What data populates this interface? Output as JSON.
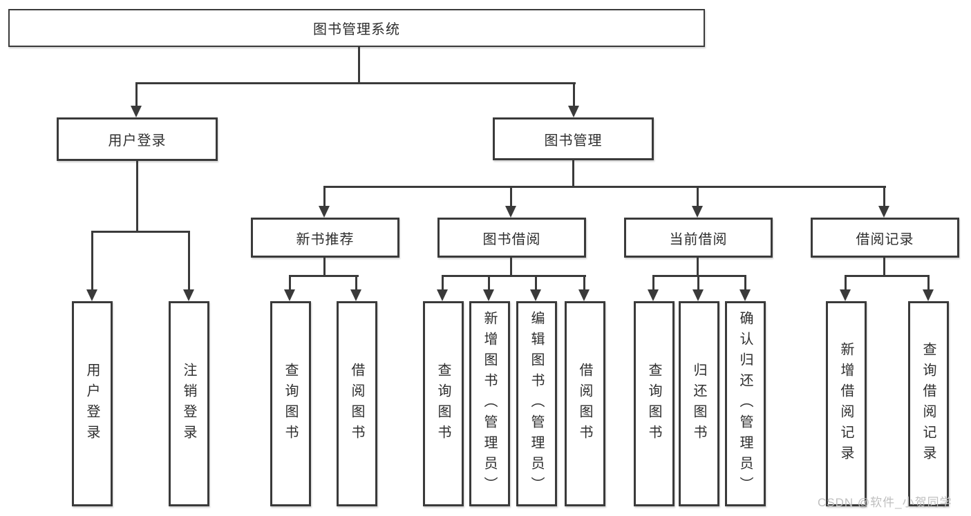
{
  "tree": {
    "root": {
      "label": "图书管理系统",
      "children": [
        {
          "label": "用户登录",
          "children": [
            {
              "label": "用户登录"
            },
            {
              "label": "注销登录"
            }
          ]
        },
        {
          "label": "图书管理",
          "children": [
            {
              "label": "新书推荐",
              "children": [
                {
                  "label": "查询图书"
                },
                {
                  "label": "借阅图书"
                }
              ]
            },
            {
              "label": "图书借阅",
              "children": [
                {
                  "label": "查询图书"
                },
                {
                  "label": "新增图书（管理员）"
                },
                {
                  "label": "编辑图书（管理员）"
                },
                {
                  "label": "借阅图书"
                }
              ]
            },
            {
              "label": "当前借阅",
              "children": [
                {
                  "label": "查询图书"
                },
                {
                  "label": "归还图书"
                },
                {
                  "label": "确认归还（管理员）"
                }
              ]
            },
            {
              "label": "借阅记录",
              "children": [
                {
                  "label": "新增借阅记录"
                },
                {
                  "label": "查询借阅记录"
                }
              ]
            }
          ]
        }
      ]
    }
  },
  "watermark": {
    "text": "CSDN @软件_小贺同学"
  },
  "colors": {
    "line": "#3a3a3a",
    "text": "#2e2e2e",
    "background": "#ffffff",
    "watermark": "#bfbfbf"
  }
}
